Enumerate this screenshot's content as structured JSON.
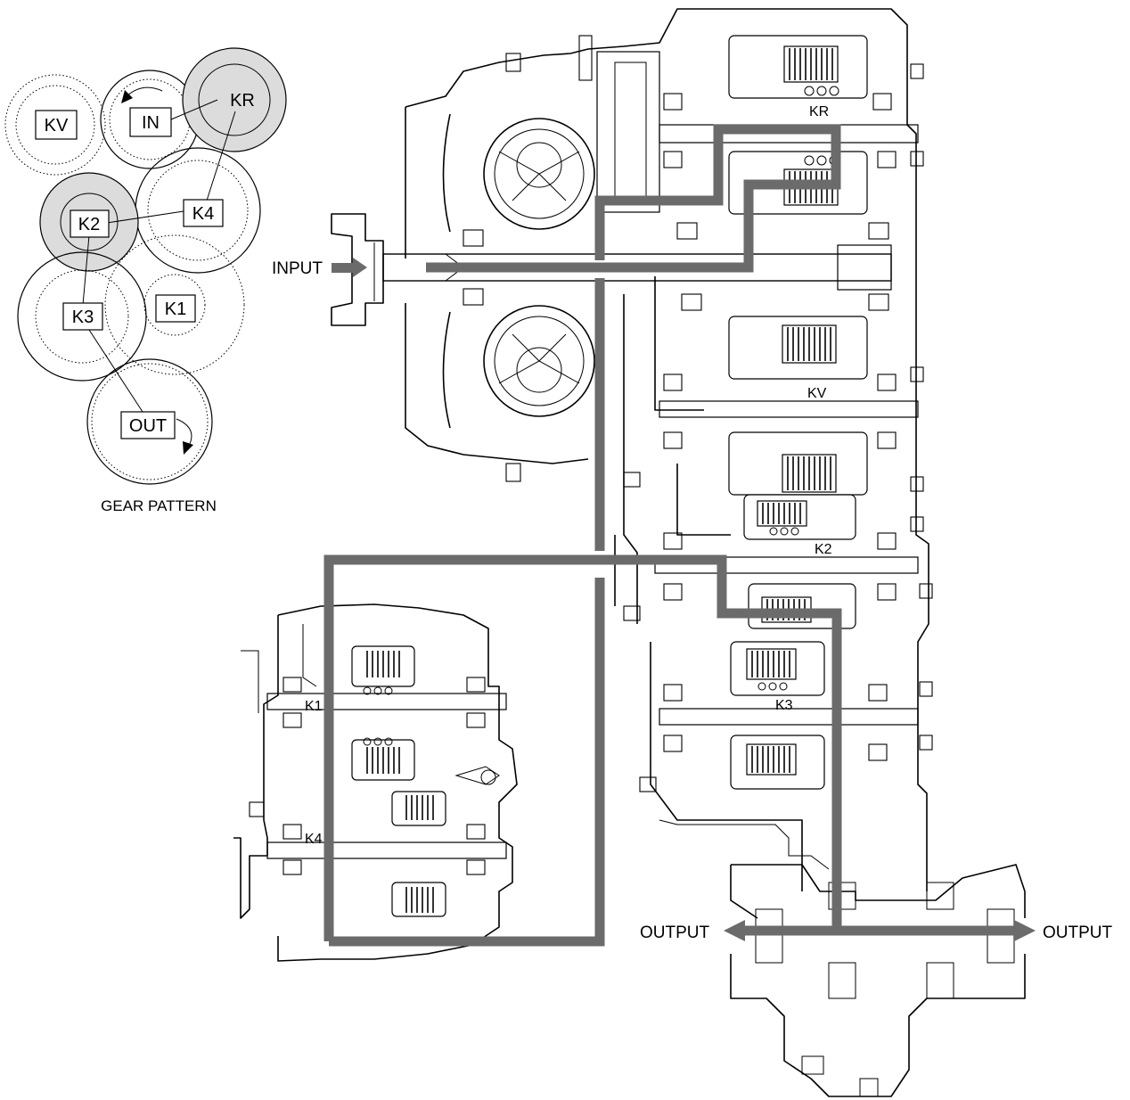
{
  "gear_pattern": {
    "title": "GEAR PATTERN",
    "gears": {
      "kv": "KV",
      "in": "IN",
      "kr": "KR",
      "k2": "K2",
      "k4": "K4",
      "k3": "K3",
      "k1": "K1",
      "out": "OUT"
    }
  },
  "section": {
    "input_label": "INPUT",
    "output_left_label": "OUTPUT",
    "output_right_label": "OUTPUT",
    "clutch_labels": {
      "kr": "KR",
      "kv": "KV",
      "k2": "K2",
      "k3": "K3",
      "k1": "K1",
      "k4": "K4"
    }
  },
  "colors": {
    "power_flow": "#6b6b6b",
    "shaded_gear": "#dcdcdc",
    "line": "#000000"
  }
}
